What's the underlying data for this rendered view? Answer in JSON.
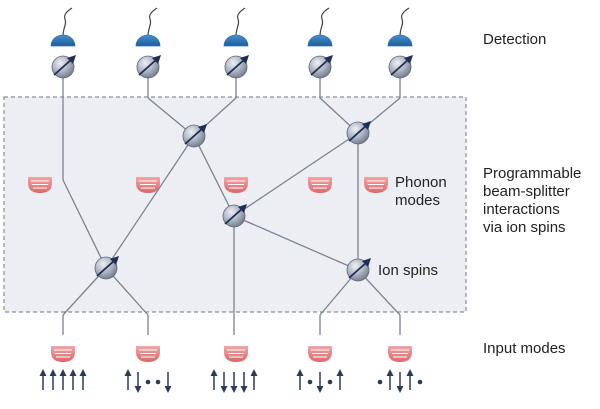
{
  "labels": {
    "detection": "Detection",
    "programmable": [
      "Programmable",
      "beam-splitter",
      "interactions",
      "via ion spins"
    ],
    "phonon_modes": [
      "Phonon",
      "modes"
    ],
    "ion_spins": "Ion spins",
    "input_modes": "Input modes"
  },
  "colors": {
    "detector": "#2f74b5",
    "spin_sphere": "#aab0bf",
    "spin_arrow": "#1f2f55",
    "phonon_well": "#e98a8c",
    "line": "#7a8391",
    "region_fill": "#eceef3",
    "region_border": "#8a8f98"
  },
  "spin_patterns": [
    [
      "up",
      "up",
      "up",
      "up",
      "up"
    ],
    [
      "up",
      "down",
      "dot",
      "dot",
      "down"
    ],
    [
      "up",
      "down",
      "down",
      "down",
      "up"
    ],
    [
      "up",
      "dot",
      "down",
      "dot",
      "up"
    ],
    [
      "dot",
      "up",
      "down",
      "up",
      "dot"
    ]
  ]
}
